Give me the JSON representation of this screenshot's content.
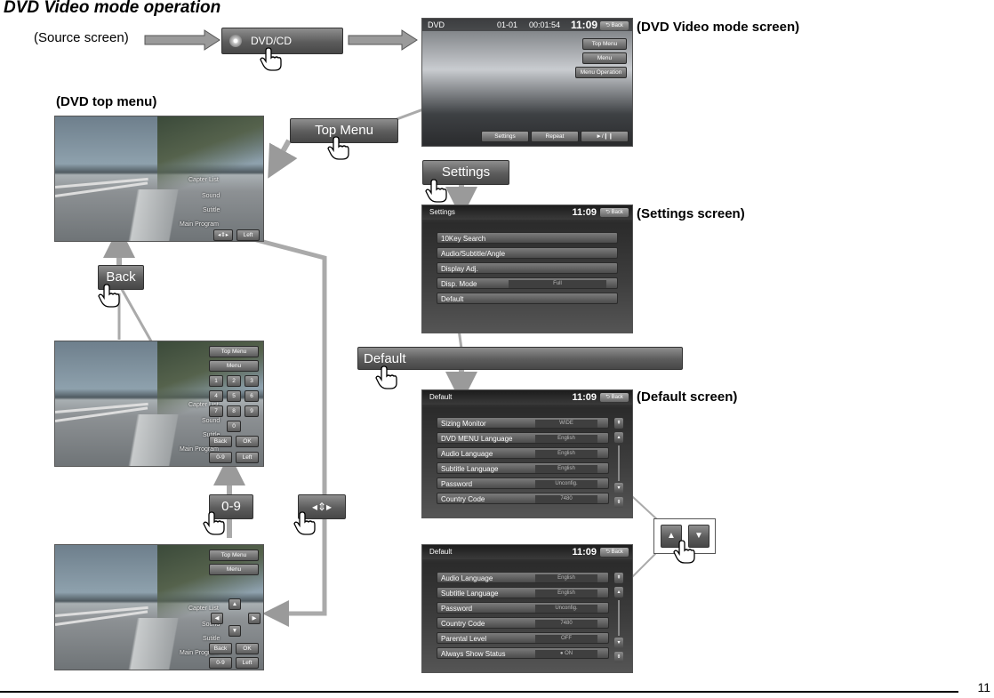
{
  "title": "DVD Video mode operation",
  "labels": {
    "source_screen": "(Source screen)",
    "dvd_video_screen": "(DVD Video mode screen)",
    "dvd_top_menu": "(DVD top menu)",
    "settings_screen": "(Settings screen)",
    "default_screen": "(Default screen)"
  },
  "buttons": {
    "dvd_cd": "DVD/CD",
    "top_menu": "Top Menu",
    "settings": "Settings",
    "back": "Back",
    "default": "Default",
    "zero_nine": "0-9"
  },
  "dvd_screen": {
    "source": "DVD",
    "chapter": "01-01",
    "elapsed": "00:01:54",
    "clock": "11:09",
    "back": "Back",
    "top_menu": "Top Menu",
    "menu": "Menu",
    "menu_operation": "Menu Operation",
    "settings": "Settings",
    "repeat": "Repeat",
    "play_pause": "►/❙❙"
  },
  "top_menu_overlay": [
    "Capter List",
    "Sound",
    "Sutitle",
    "Main Program"
  ],
  "top_menu_left": "Left",
  "keypad": {
    "top_menu": "Top Menu",
    "menu": "Menu",
    "keys": [
      "1",
      "2",
      "3",
      "4",
      "5",
      "6",
      "7",
      "8",
      "9",
      "0"
    ],
    "back": "Back",
    "ok": "OK",
    "zero_nine": "0-9",
    "left": "Left"
  },
  "settings": {
    "title": "Settings",
    "clock": "11:09",
    "back": "Back",
    "items": [
      {
        "label": "10Key Search",
        "value": ""
      },
      {
        "label": "Audio/Subtitle/Angle",
        "value": ""
      },
      {
        "label": "Display Adj.",
        "value": ""
      },
      {
        "label": "Disp. Mode",
        "value": "Full"
      },
      {
        "label": "Default",
        "value": ""
      }
    ]
  },
  "default1": {
    "title": "Default",
    "clock": "11:09",
    "back": "Back",
    "items": [
      {
        "label": "Sizing Monitor",
        "value": "WIDE"
      },
      {
        "label": "DVD MENU Language",
        "value": "English"
      },
      {
        "label": "Audio Language",
        "value": "English"
      },
      {
        "label": "Subtitle Language",
        "value": "English"
      },
      {
        "label": "Password",
        "value": "Unconfig."
      },
      {
        "label": "Country Code",
        "value": "7480"
      }
    ]
  },
  "default2": {
    "title": "Default",
    "clock": "11:09",
    "back": "Back",
    "items": [
      {
        "label": "Audio Language",
        "value": "English"
      },
      {
        "label": "Subtitle Language",
        "value": "English"
      },
      {
        "label": "Password",
        "value": "Unconfig."
      },
      {
        "label": "Country Code",
        "value": "7480"
      },
      {
        "label": "Parental Level",
        "value": "OFF"
      },
      {
        "label": "Always Show Status",
        "value": "ON"
      }
    ]
  },
  "page_number": "11"
}
